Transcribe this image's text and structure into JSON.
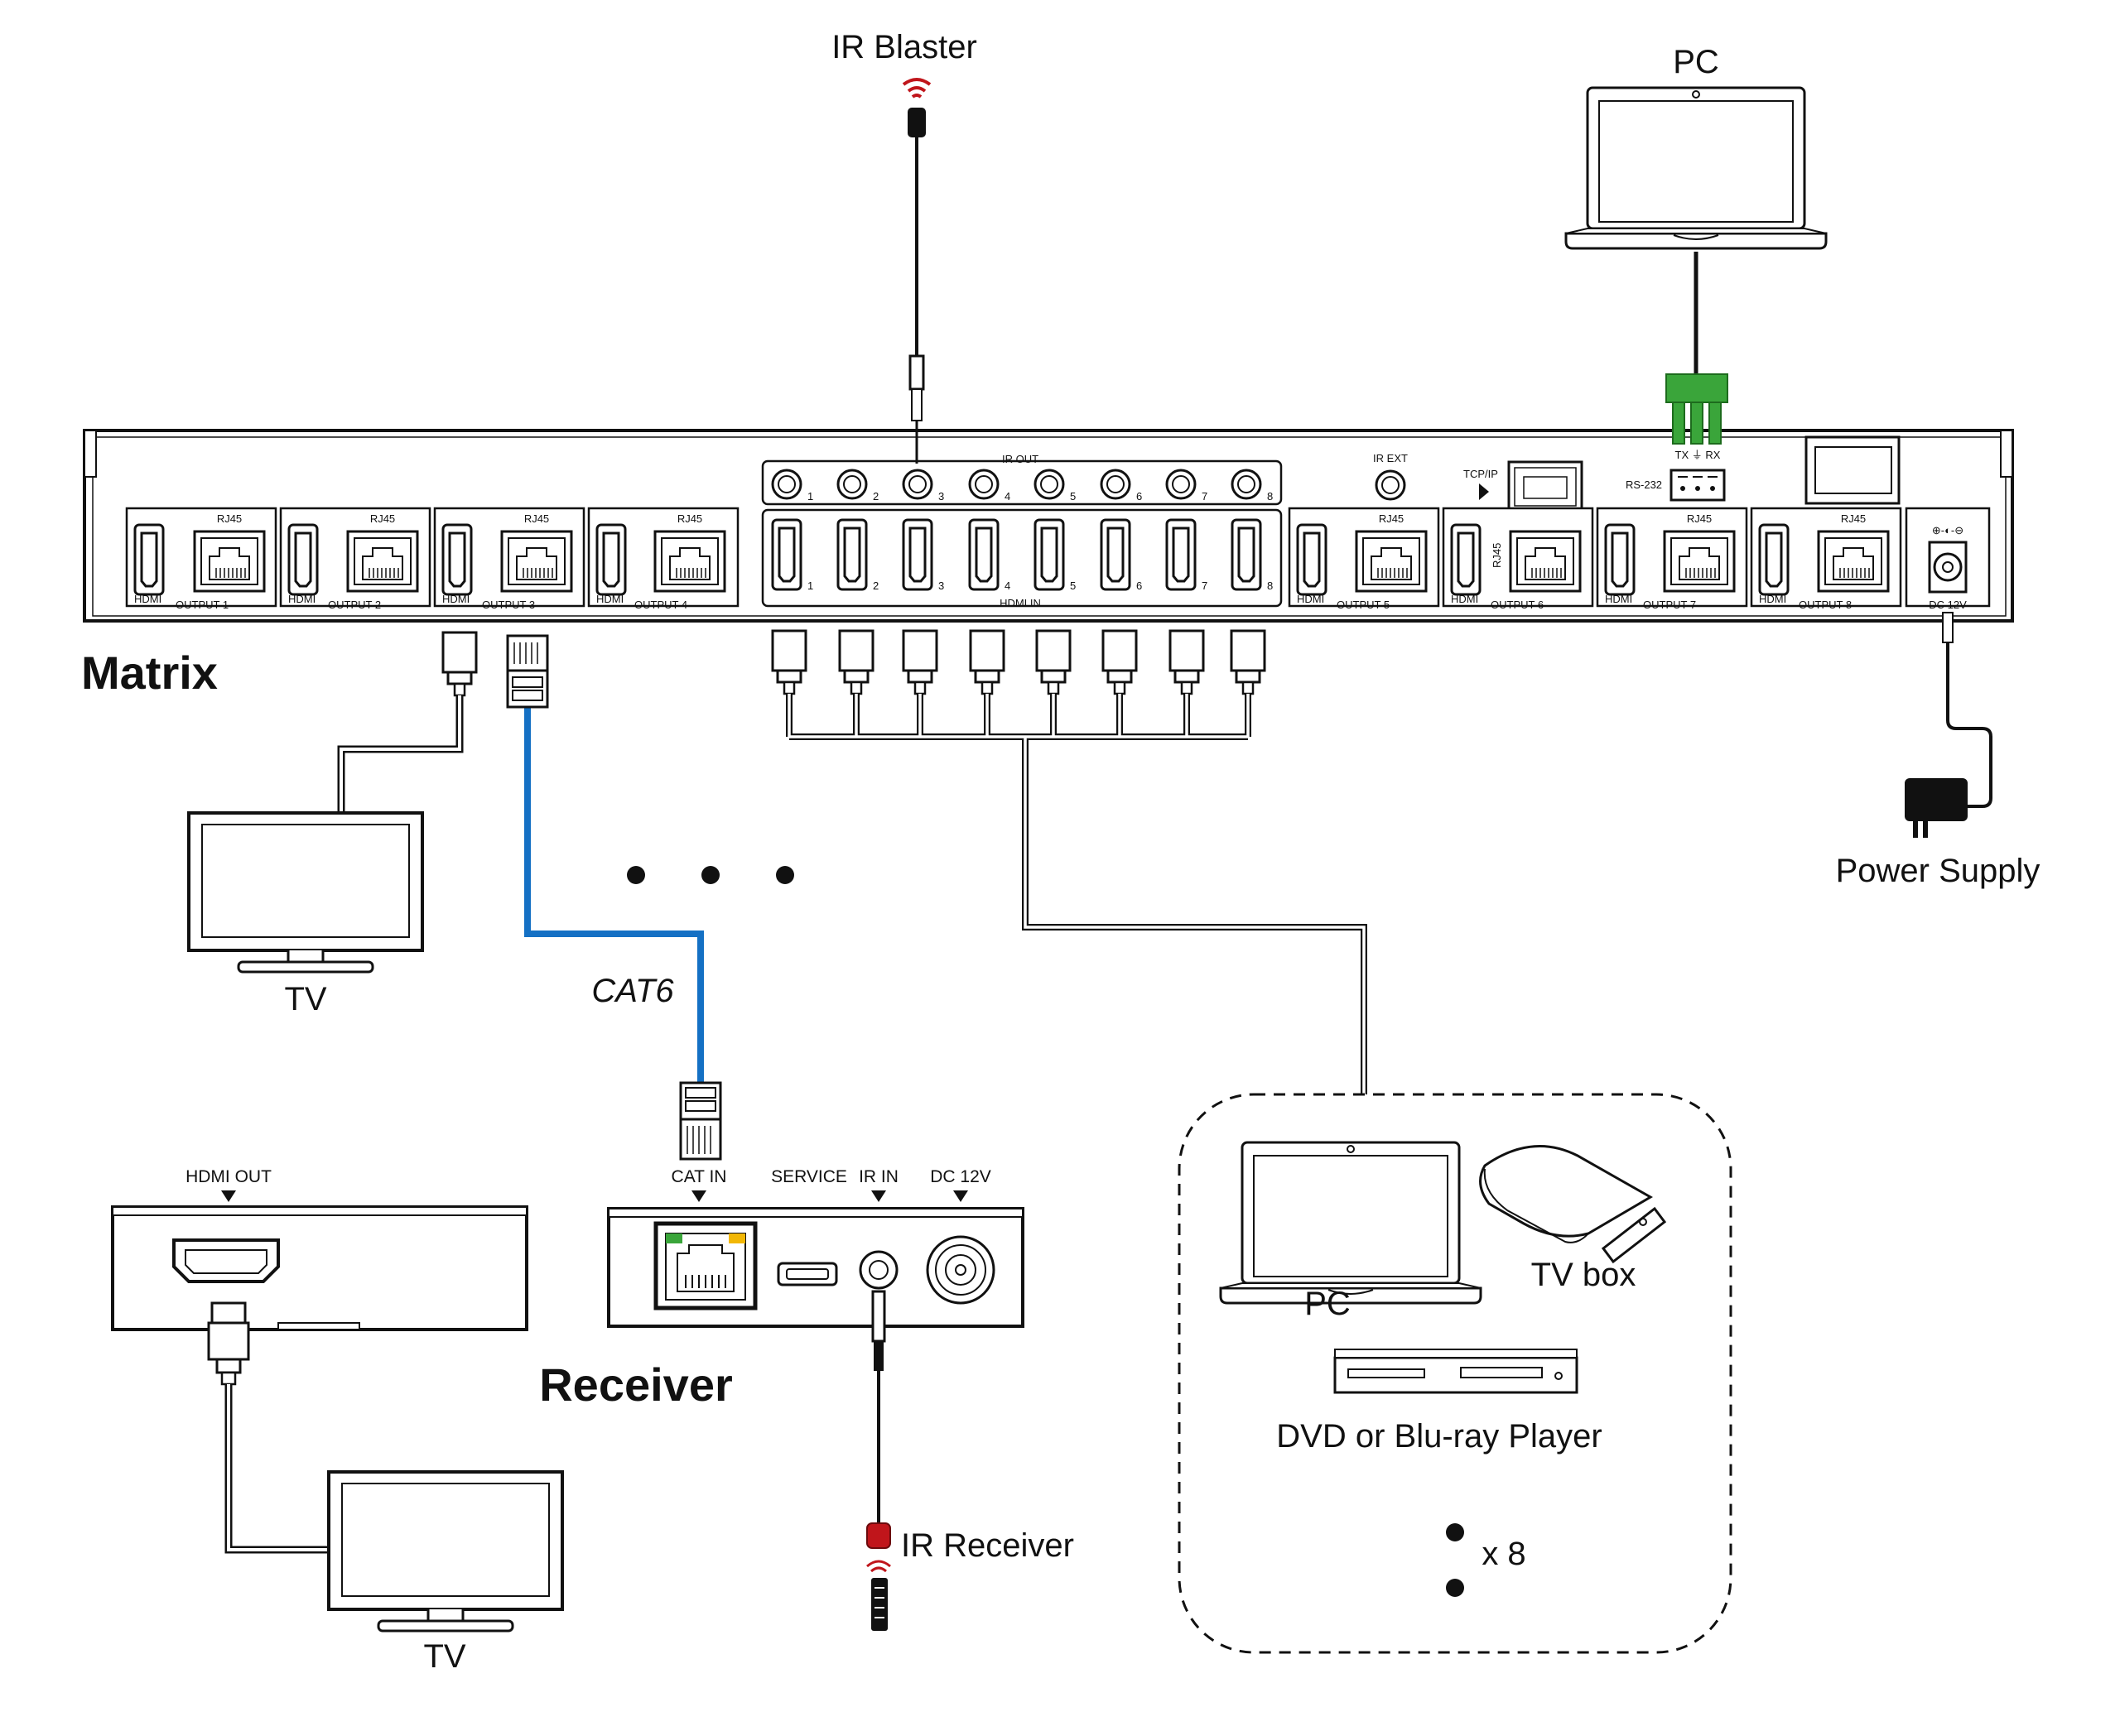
{
  "labels": {
    "ir_blaster": "IR Blaster",
    "pc_top": "PC",
    "matrix": "Matrix",
    "power_supply": "Power Supply",
    "tv_top": "TV",
    "cat6": "CAT6",
    "receiver": "Receiver",
    "tv_bottom": "TV",
    "ir_receiver": "IR Receiver",
    "pc_source": "PC",
    "tv_box": "TV box",
    "dvd_player": "DVD or Blu-ray Player",
    "x8": "x 8"
  },
  "matrix_panel": {
    "ir_out": "IR OUT",
    "ir_ext": "IR EXT",
    "tcp_ip": "TCP/IP",
    "rs232": "RS-232",
    "tx_rx": "TX ⏚ RX",
    "hdmi_in": "HDMI IN",
    "dc": "DC 12V",
    "rj45": "RJ45",
    "hdmi": "HDMI",
    "port_numbers": [
      "1",
      "2",
      "3",
      "4",
      "5",
      "6",
      "7",
      "8"
    ],
    "outputs": [
      "OUTPUT 1",
      "OUTPUT 2",
      "OUTPUT 3",
      "OUTPUT 4",
      "OUTPUT 5",
      "OUTPUT 6",
      "OUTPUT 7",
      "OUTPUT 8"
    ]
  },
  "receiver_panel": {
    "hdmi_out": "HDMI OUT",
    "cat_in": "CAT IN",
    "service": "SERVICE",
    "ir_in": "IR IN",
    "dc": "DC 12V"
  },
  "colors": {
    "cat_cable": "#1470c4",
    "phoenix_green": "#3aa53a",
    "ir_red": "#c0151b"
  }
}
